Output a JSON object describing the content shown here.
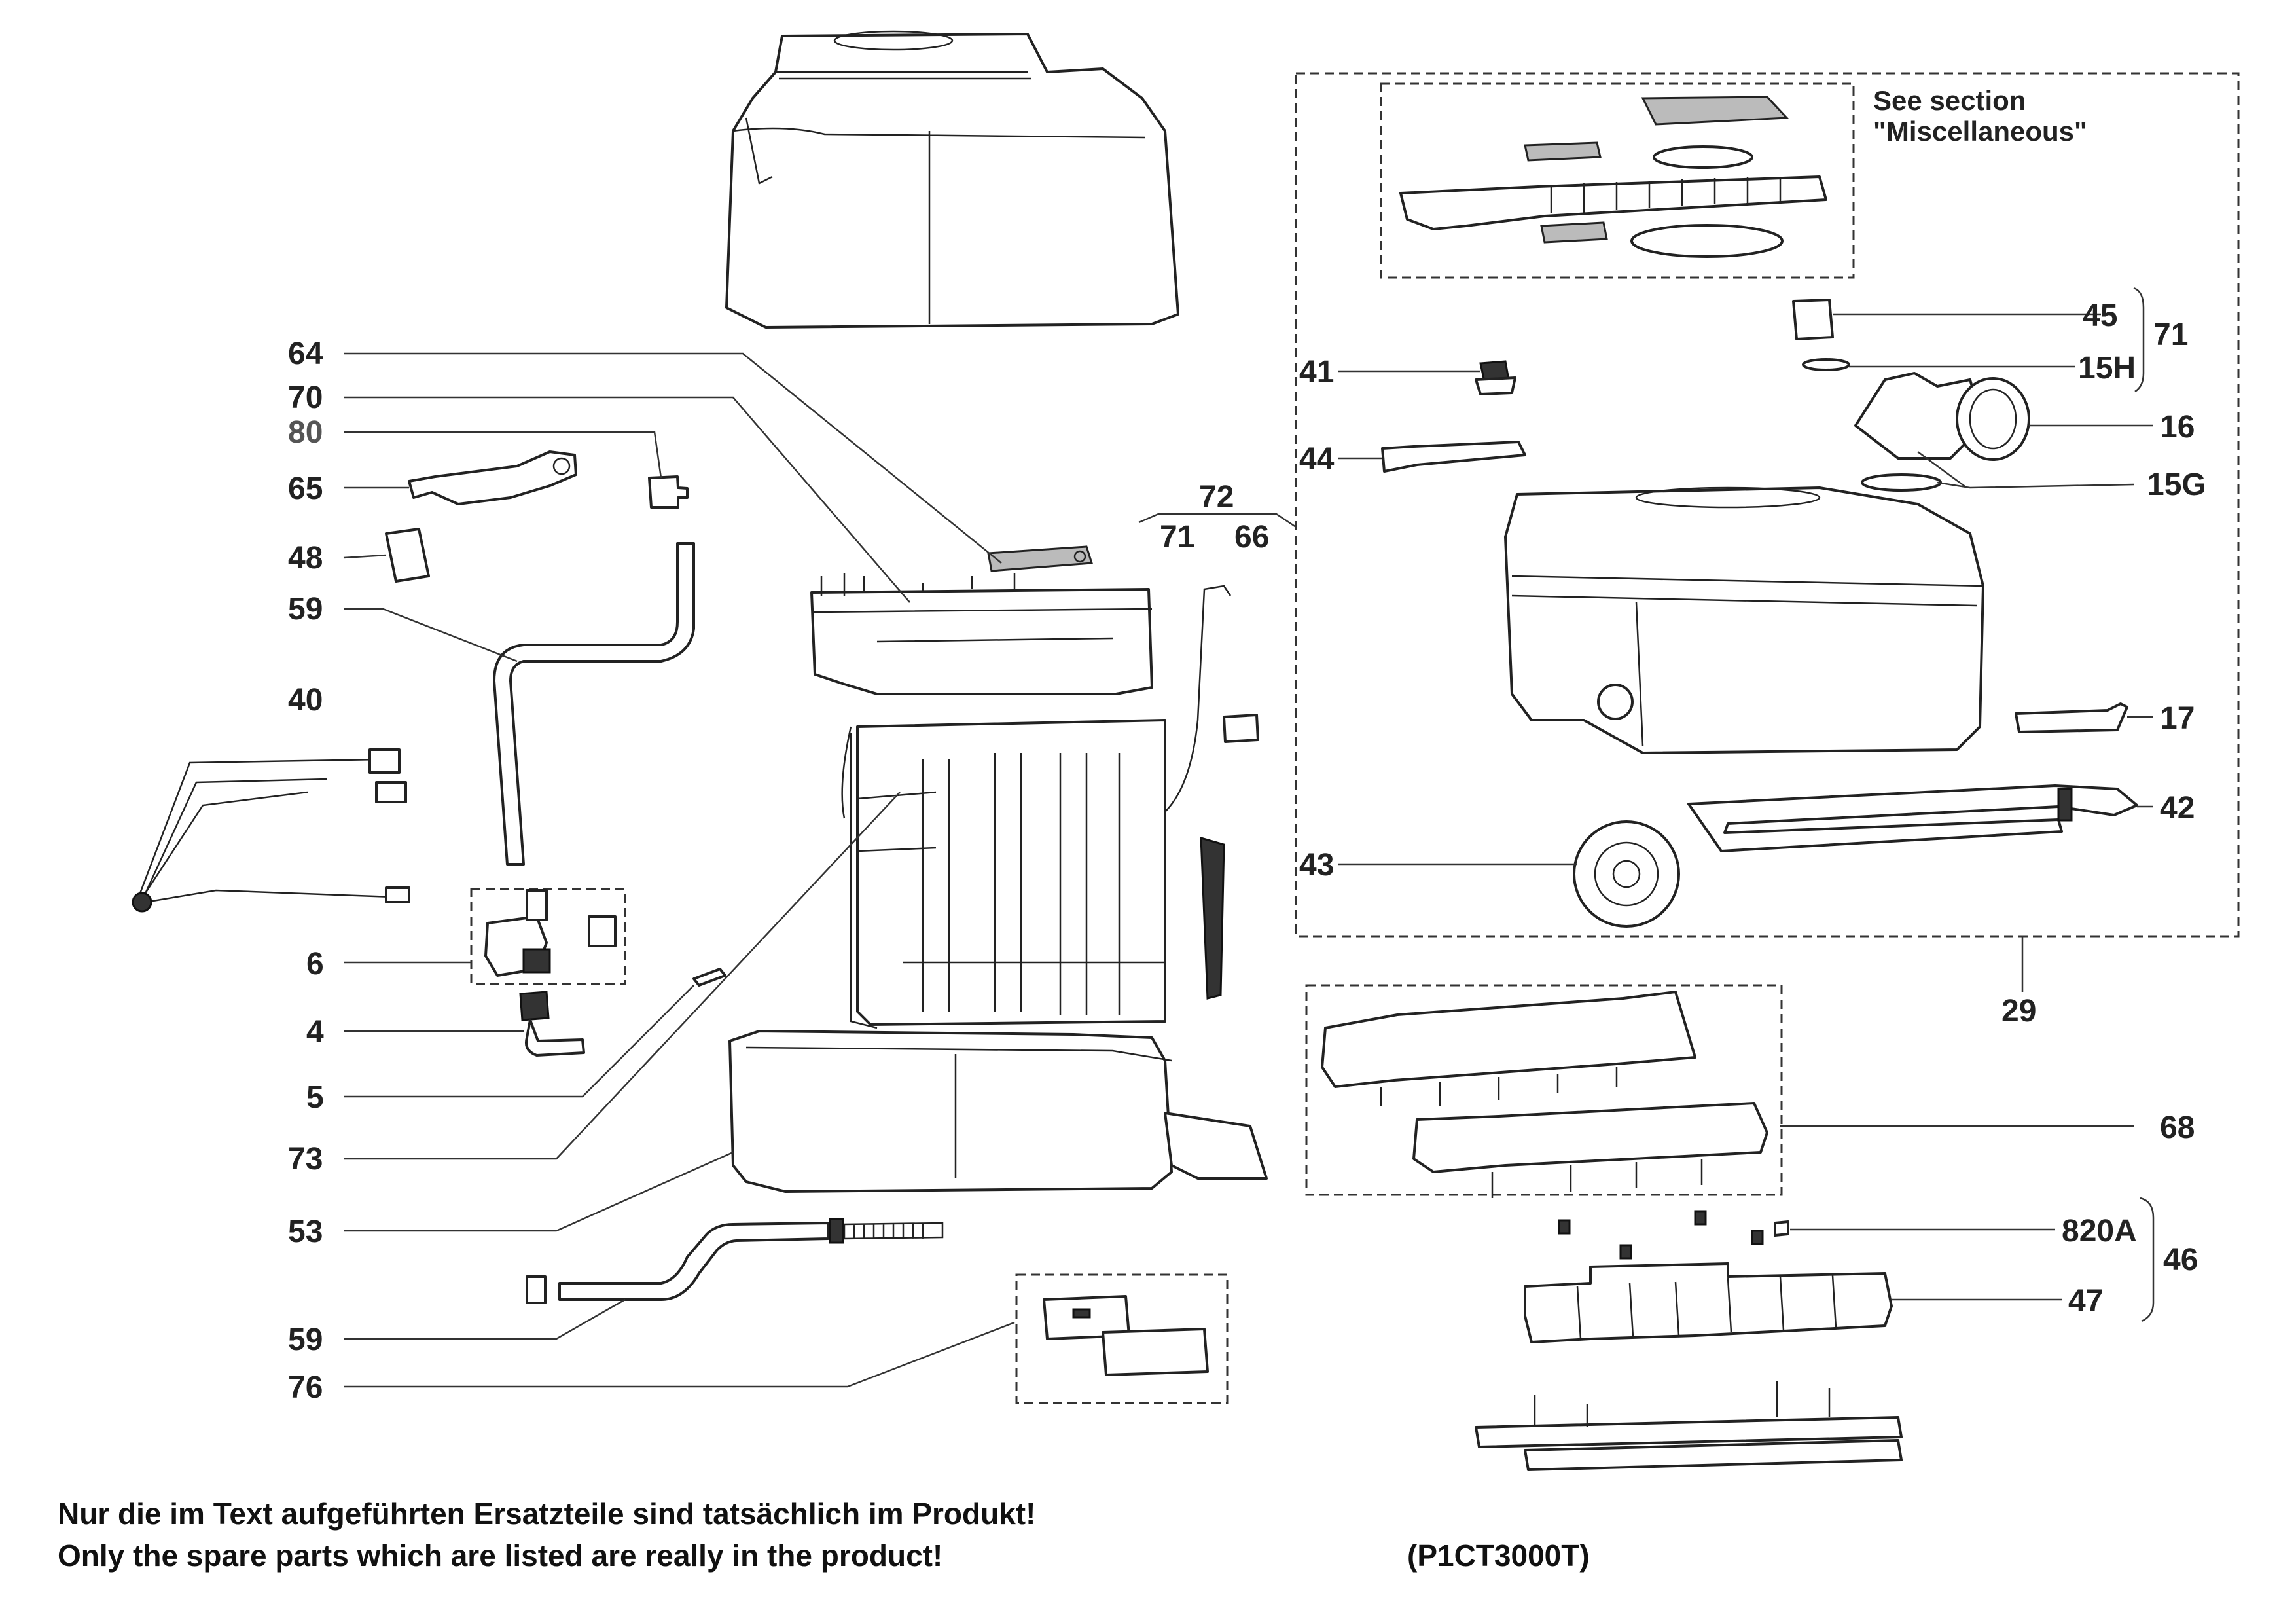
{
  "callouts": {
    "c64": "64",
    "c70": "70",
    "c80": "80",
    "c65": "65",
    "c48": "48",
    "c59a": "59",
    "c40": "40",
    "c6": "6",
    "c4": "4",
    "c5": "5",
    "c73": "73",
    "c53": "53",
    "c59b": "59",
    "c76": "76",
    "c72": "72",
    "c71a": "71",
    "c66": "66",
    "c41": "41",
    "c44": "44",
    "c43": "43",
    "c45": "45",
    "c15h": "15H",
    "c71b": "71",
    "c16": "16",
    "c15g": "15G",
    "c17": "17",
    "c42": "42",
    "c29": "29",
    "c68": "68",
    "c820a": "820A",
    "c46": "46",
    "c47": "47"
  },
  "note": {
    "line1": "See section",
    "line2": "\"Miscellaneous\""
  },
  "footer": {
    "german": "Nur die im Text aufgeführten Ersatzteile sind tatsächlich im Produkt!",
    "english": "Only the spare parts which are listed are really in the product!",
    "code": "(P1CT3000T)"
  }
}
